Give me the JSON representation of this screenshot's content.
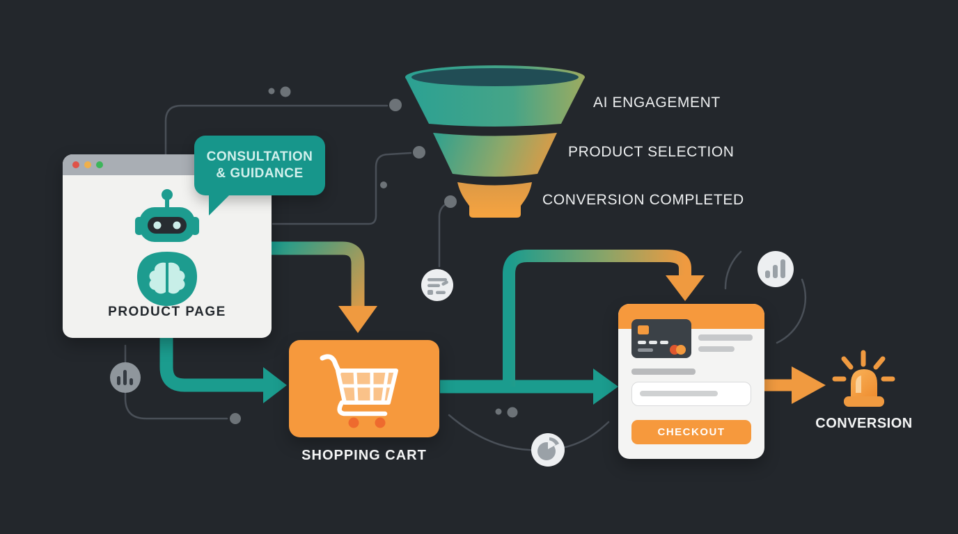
{
  "app": {
    "background": "#23272c",
    "type": "conversion-flow-diagram"
  },
  "product_page": {
    "title": "PRODUCT PAGE",
    "window_dots": [
      "#e05348",
      "#f0b04a",
      "#3cb55a"
    ],
    "icons": [
      "robot-icon",
      "brain-icon"
    ]
  },
  "speech_bubble": {
    "line1": "CONSULTATION",
    "line2": "& GUIDANCE"
  },
  "funnel": {
    "stages": [
      {
        "label": "AI ENGAGEMENT",
        "color_start": "#2ba193",
        "color_end": "#9dab60"
      },
      {
        "label": "PRODUCT SELECTION",
        "color_start": "#36a18c",
        "color_end": "#e09a44"
      },
      {
        "label": "CONVERSION COMPLETED",
        "color_start": "#e0953f",
        "color_end": "#f7a440"
      }
    ]
  },
  "shopping_cart": {
    "label": "SHOPPING CART",
    "icon": "shopping-cart-icon"
  },
  "checkout_card": {
    "button_label": "CHECKOUT",
    "icon": "credit-card-icon"
  },
  "conversion": {
    "label": "CONVERSION",
    "icon": "siren-icon"
  },
  "decor_icons": [
    "sort-lines-icon",
    "bar-chart-icon",
    "pie-chart-icon",
    "analytics-bars-icon"
  ],
  "colors": {
    "teal": "#1b9c8e",
    "orange": "#f6993d",
    "deep_orange": "#ee6a2e",
    "card": "#f2f2f0",
    "thin_line": "#4a5058",
    "dot_gray": "#6d7378",
    "text_light": "#eef0f1",
    "text_dark": "#23282d"
  }
}
